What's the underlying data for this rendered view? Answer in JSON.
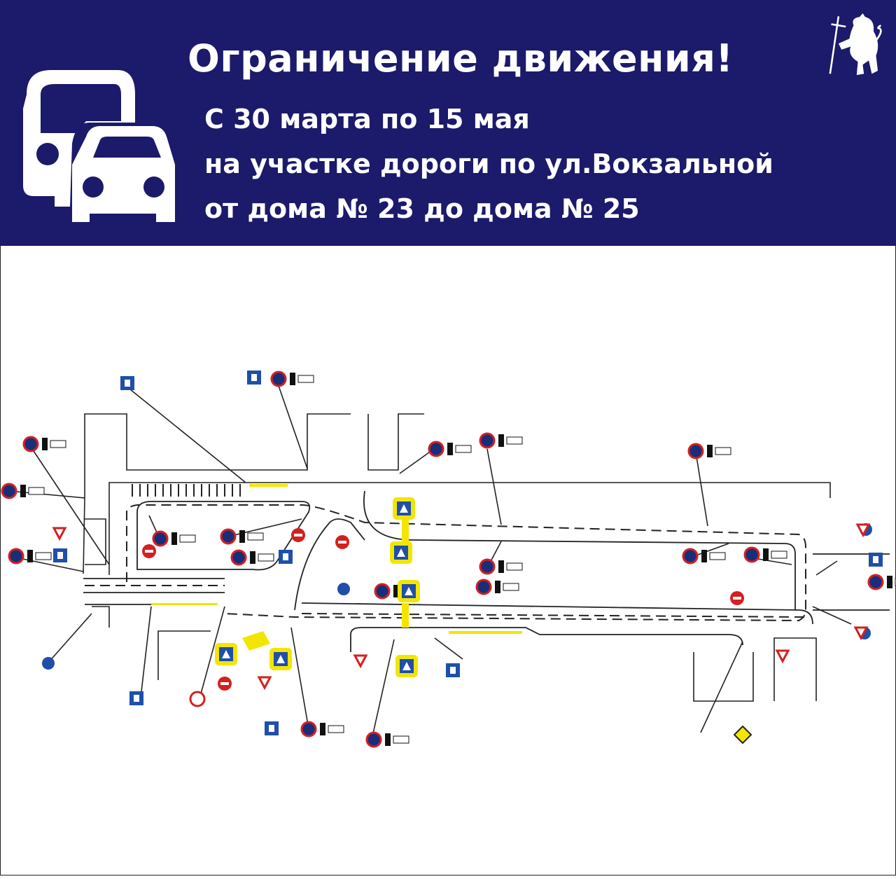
{
  "header": {
    "title": "Ограничение движения!",
    "lines": [
      "С 30 марта по 15 мая",
      "на участке дороги по ул.Вокзальной",
      "от дома № 23 до дома № 25"
    ]
  },
  "colors": {
    "header_bg": "#1b1a6b",
    "sign_red": "#d32020",
    "sign_blue": "#1f4fa8",
    "marking_yellow": "#f2e600"
  }
}
